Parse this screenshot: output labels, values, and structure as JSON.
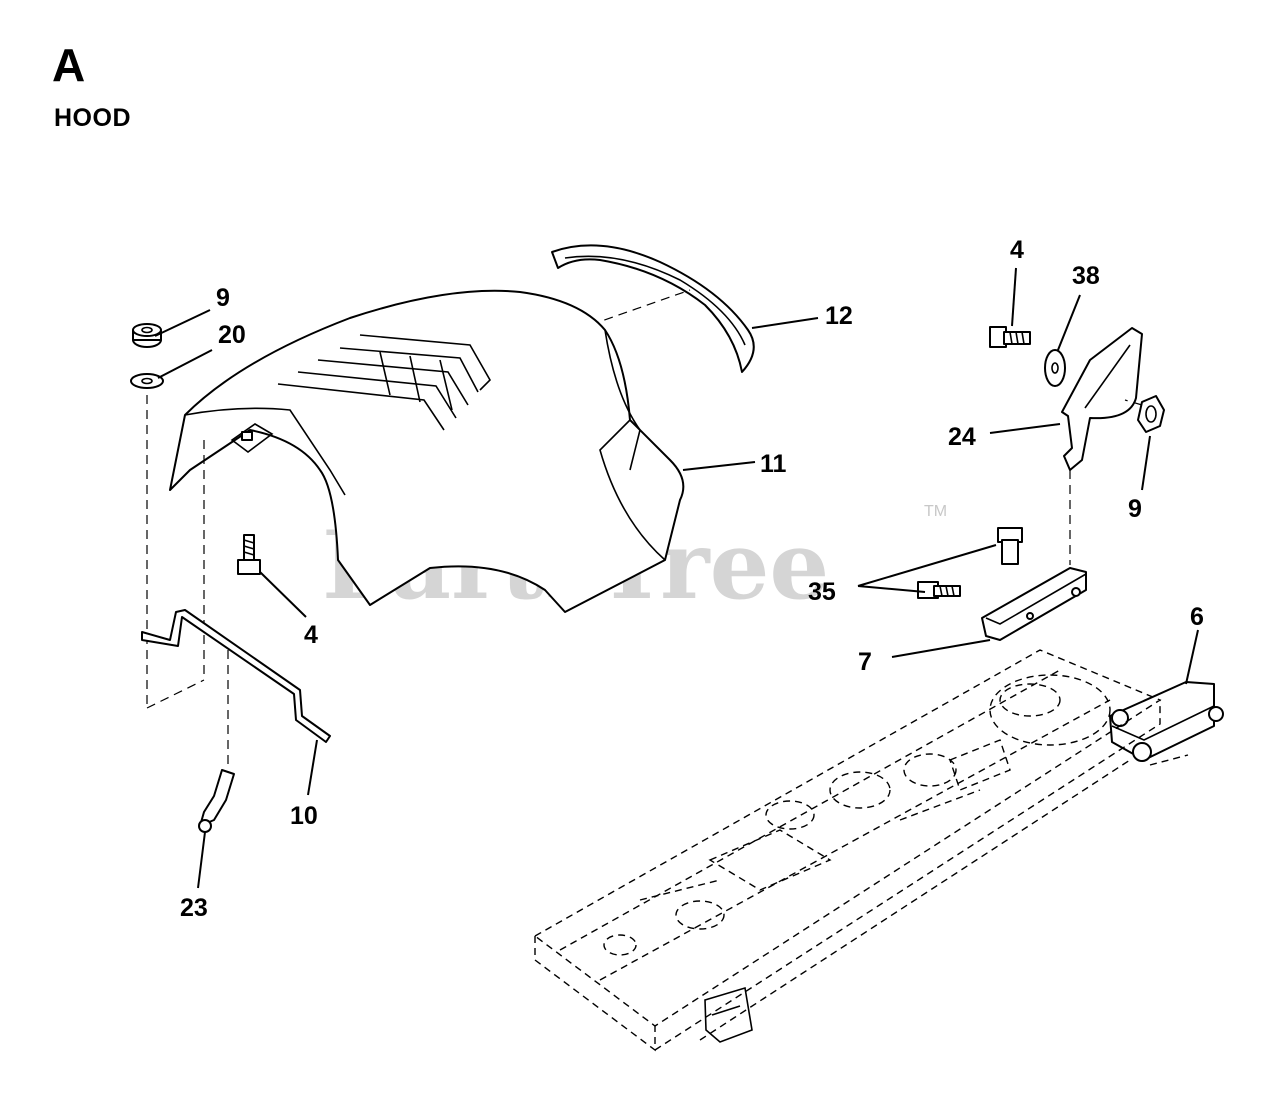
{
  "header": {
    "section_letter": "A",
    "section_title": "HOOD"
  },
  "watermark": {
    "text": "PartsTree",
    "tm": "TM"
  },
  "callouts": [
    {
      "id": "c9a",
      "label": "9"
    },
    {
      "id": "c20",
      "label": "20"
    },
    {
      "id": "c12",
      "label": "12"
    },
    {
      "id": "c11",
      "label": "11"
    },
    {
      "id": "c4a",
      "label": "4"
    },
    {
      "id": "c10",
      "label": "10"
    },
    {
      "id": "c23",
      "label": "23"
    },
    {
      "id": "c4b",
      "label": "4"
    },
    {
      "id": "c38",
      "label": "38"
    },
    {
      "id": "c24",
      "label": "24"
    },
    {
      "id": "c9b",
      "label": "9"
    },
    {
      "id": "c35",
      "label": "35"
    },
    {
      "id": "c7",
      "label": "7"
    },
    {
      "id": "c6",
      "label": "6"
    }
  ]
}
